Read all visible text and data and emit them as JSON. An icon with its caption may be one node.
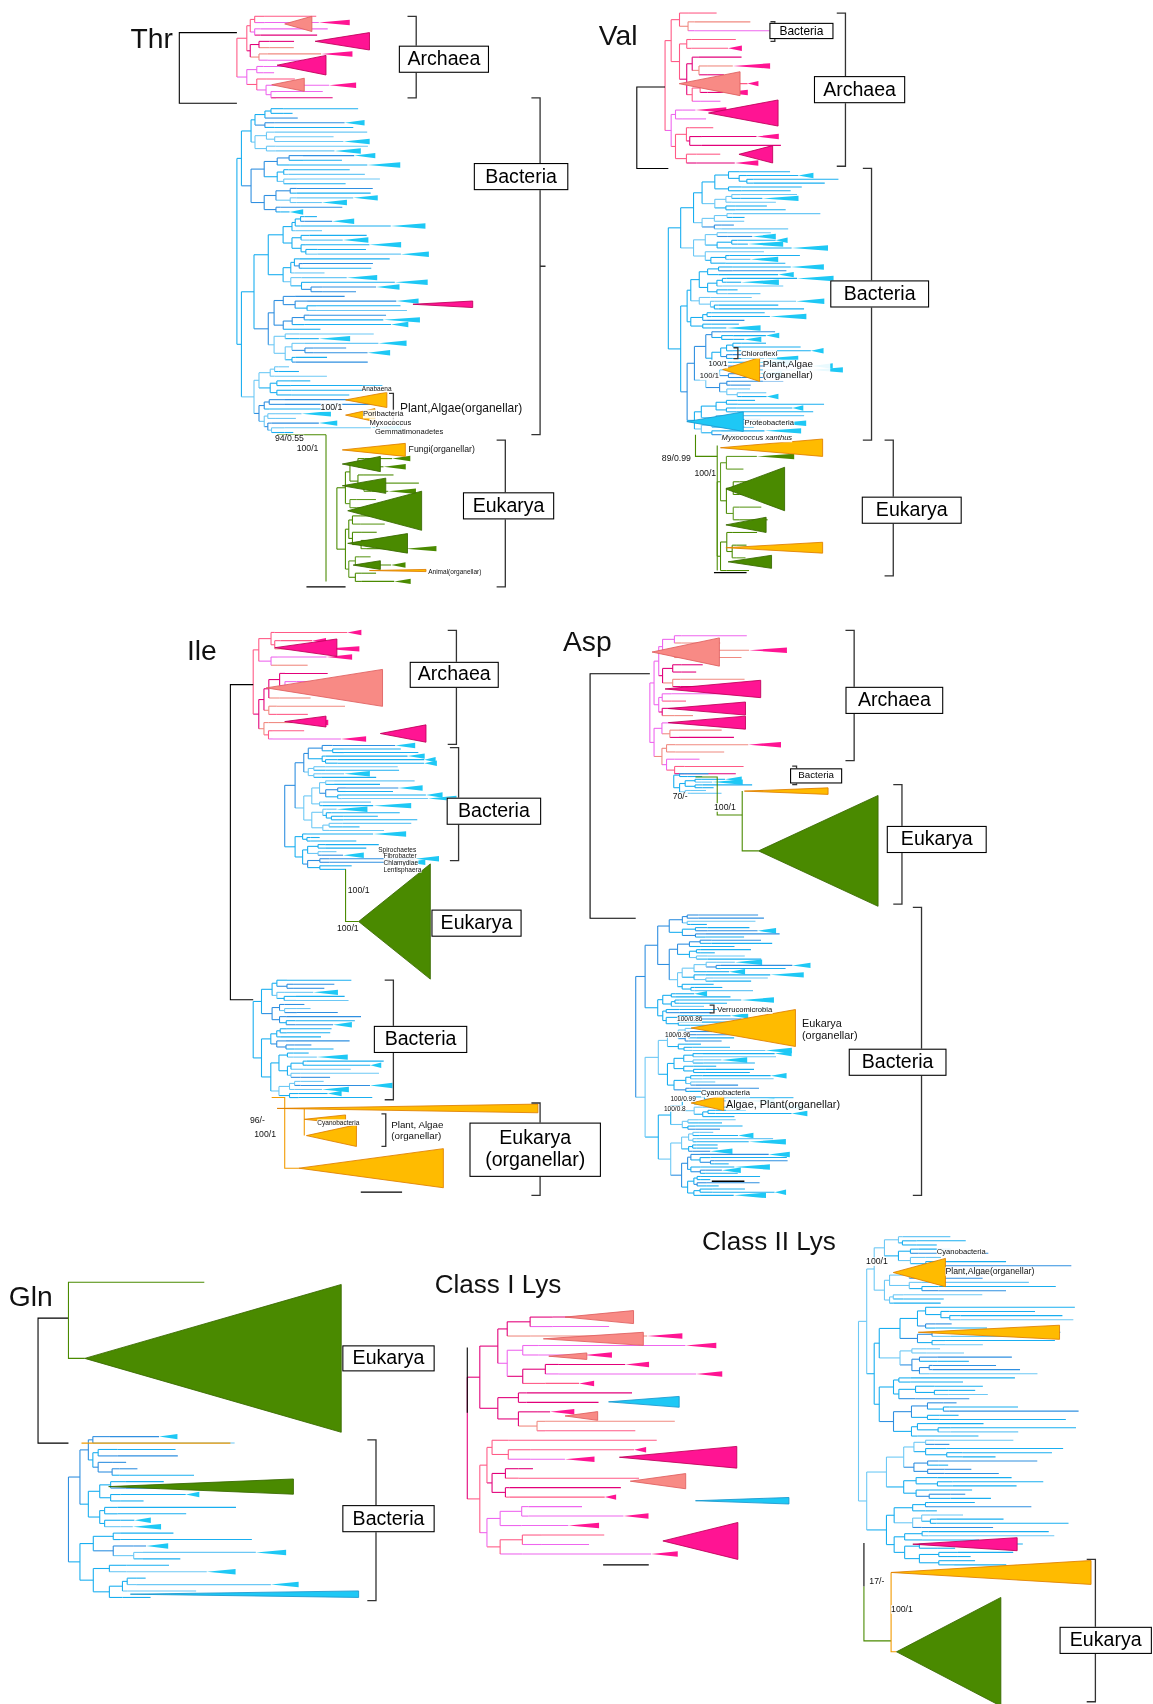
{
  "diagram": {
    "nodes": [
      {
        "text": [
          "Archaea"
        ]
      },
      {
        "text": [
          "Bacteria"
        ]
      },
      {
        "text": [
          "Eukarya"
        ]
      },
      {
        "text": [
          "Bacteria"
        ]
      },
      {
        "text": [
          "Archaea"
        ]
      },
      {
        "text": [
          "Bacteria"
        ]
      },
      {
        "text": [
          "Eukarya"
        ]
      },
      {
        "text": [
          "Archaea"
        ]
      },
      {
        "text": [
          "Bacteria"
        ]
      },
      {
        "text": [
          "Eukarya"
        ]
      },
      {
        "text": [
          "Bacteria"
        ]
      },
      {
        "text": [
          "Eukarya (organellar)"
        ]
      },
      {
        "text": [
          "Archaea"
        ]
      },
      {
        "text": [
          "Bacteria"
        ]
      },
      {
        "text": [
          "Eukarya"
        ]
      },
      {
        "text": [
          "Bacteria"
        ]
      },
      {
        "text": [
          "Eukarya"
        ]
      },
      {
        "text": [
          "Bacteria"
        ]
      },
      {
        "text": [
          "Eukarya"
        ]
      }
    ],
    "labels": [
      "Thr",
      "Anabaena",
      "100/1",
      "Plant,Algae(organellar)",
      "Poribacteria",
      "Myxococcus",
      "Gemmatimonadetes",
      "94/0.55",
      "100/1",
      "Fungi(organellar)",
      "Animal(organellar)",
      "Val",
      "Chloroflexi",
      "100/1",
      "Plant,Algae (organellar)",
      "100/1",
      "Proteobacteria",
      "Myxococcus xanthus",
      "89/0.99",
      "100/1",
      "Ile",
      "Spirochaetes",
      "Fibrobacter",
      "Chlamydiae",
      "Lentisphaera",
      "100/1",
      "100/1",
      "96/-",
      "100/1",
      "Cyanobacteria",
      "Plant, Algae (organellar)",
      "Asp",
      "70/-",
      "100/1",
      "Verrucomicrobia",
      "100/0.86",
      "100/0.96",
      "Eukarya (organellar)",
      "Cyanobacteria",
      "100/0.99",
      "100/0.8",
      "Algae, Plant(organellar)",
      "Gln",
      "Class I Lys",
      "Class II Lys",
      "Cyanobacteria",
      "100/1",
      "Plant,Algae(organellar)",
      "17/-",
      "100/1"
    ]
  }
}
